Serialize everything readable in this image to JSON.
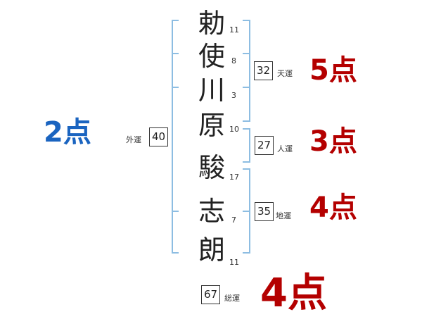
{
  "name": {
    "characters": [
      {
        "char": "勅",
        "strokes": "11"
      },
      {
        "char": "使",
        "strokes": "8"
      },
      {
        "char": "川",
        "strokes": "3"
      },
      {
        "char": "原",
        "strokes": "10"
      },
      {
        "char": "駿",
        "strokes": "17"
      },
      {
        "char": "志",
        "strokes": "7"
      },
      {
        "char": "朗",
        "strokes": "11"
      }
    ]
  },
  "fortunes": {
    "tenun": {
      "label": "天運",
      "value": "32",
      "score": "5点"
    },
    "jinun": {
      "label": "人運",
      "value": "27",
      "score": "3点"
    },
    "chiun": {
      "label": "地運",
      "value": "35",
      "score": "4点"
    },
    "gaiun": {
      "label": "外運",
      "value": "40",
      "score": "2点"
    },
    "souun": {
      "label": "総運",
      "value": "67",
      "score": "4点"
    }
  },
  "colors": {
    "good": "#b40000",
    "bad": "#1a64c0",
    "bracket": "#8dbde2"
  }
}
